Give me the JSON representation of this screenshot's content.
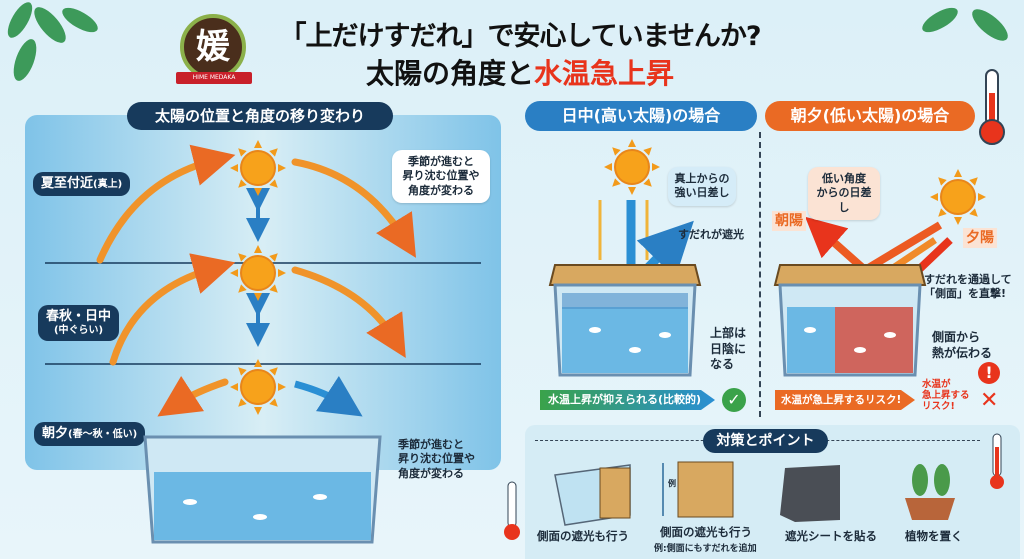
{
  "header": {
    "title_line1": "「上だけすだれ」で安心していませんか?",
    "title_line2_part1": "太陽の角度と",
    "title_line2_part2": "水温急上昇",
    "logo_text": "HIME MEDAKA",
    "logo_glyph": "媛"
  },
  "left_panel": {
    "title": "太陽の位置と角度の移り変わり",
    "labels": [
      {
        "main": "夏至付近",
        "sub": "(真上)"
      },
      {
        "main": "春秋・日中",
        "sub": "(中ぐらい)"
      },
      {
        "main": "朝夕",
        "sub": "(春〜秋・低い)"
      }
    ],
    "bubble_top": "季節が進むと\n昇り沈む位置や\n角度が変わる",
    "bubble_bottom": "季節が進むと\n昇り沈む位置や\n角度が変わる"
  },
  "daytime": {
    "title": "日中(高い太陽)の場合",
    "bubble": "真上からの\n強い日差し",
    "shade_note": "すだれが遮光",
    "top_note": "上部は\n日陰に\nなる",
    "result": "水温上昇が抑えられる(比較的)"
  },
  "morning_evening": {
    "title": "朝夕(低い太陽)の場合",
    "bubble": "低い角度\nからの日差し",
    "morning": "朝陽",
    "evening": "夕陽",
    "side_note": "すだれを通過して\n「側面」を直撃!",
    "heat_note": "側面から\n熱が伝わる",
    "result": "水温が急上昇するリスク!",
    "risk_note": "水温が\n急上昇する\nリスク!"
  },
  "measures": {
    "title": "対策とポイント",
    "items": [
      {
        "label": "側面の遮光も行う"
      },
      {
        "label": "側面の遮光も行う",
        "sub": "例:側面にもすだれを追加",
        "mark": "例"
      },
      {
        "label": "遮光シートを貼る"
      },
      {
        "label": "植物を置く"
      }
    ]
  },
  "colors": {
    "navy": "#173a5c",
    "blue": "#2a7fc4",
    "orange": "#ea6a24",
    "red": "#e8341c",
    "green": "#3aa24a"
  }
}
